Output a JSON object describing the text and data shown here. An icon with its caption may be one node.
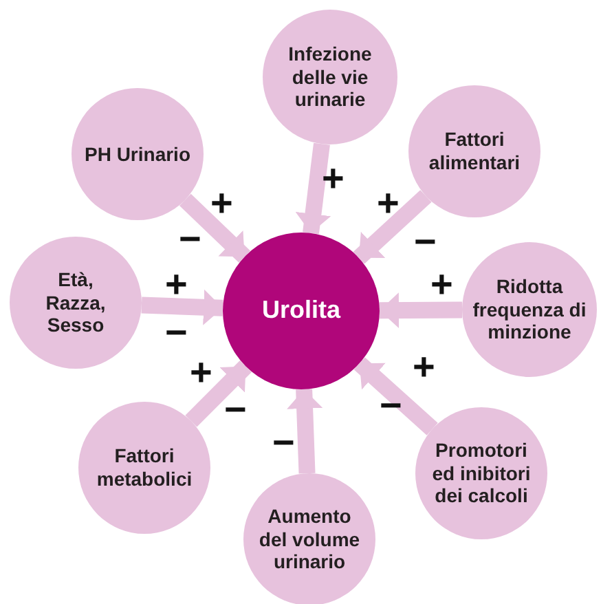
{
  "diagram": {
    "nodes": [
      {
        "text": [
          "PH Urinario"
        ]
      },
      {
        "text": [
          "Infezione delle vie urinarie"
        ]
      },
      {
        "text": [
          "Fattori alimentari"
        ]
      },
      {
        "text": [
          "Età, Razza, Sesso"
        ]
      },
      {
        "text": [
          "Urolita"
        ]
      },
      {
        "text": [
          "Ridotta frequenza di minzione"
        ]
      },
      {
        "text": [
          "Fattori metabolici"
        ]
      },
      {
        "text": [
          "Promotori ed inibitori dei calcoli"
        ]
      },
      {
        "text": [
          "Aumento del volume urinario"
        ]
      }
    ],
    "edges": [
      {
        "from": 0,
        "to": 4,
        "arrow": "to"
      },
      {
        "from": 1,
        "to": 4,
        "arrow": "to"
      },
      {
        "from": 2,
        "to": 4,
        "arrow": "to"
      },
      {
        "from": 3,
        "to": 4,
        "arrow": "to"
      },
      {
        "from": 5,
        "to": 4,
        "arrow": "to"
      },
      {
        "from": 6,
        "to": 4,
        "arrow": "to"
      },
      {
        "from": 7,
        "to": 4,
        "arrow": "to"
      },
      {
        "from": 8,
        "to": 4,
        "arrow": "to"
      }
    ],
    "labels": [
      "+",
      "+",
      "+",
      "−",
      "−",
      "+",
      "+",
      "−",
      "+",
      "+",
      "−",
      "−",
      "−"
    ]
  }
}
